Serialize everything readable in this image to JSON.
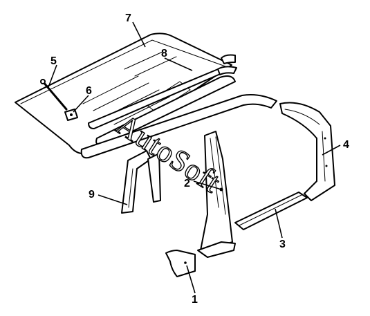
{
  "watermark": "AutoSoft",
  "callouts": {
    "c1": "1",
    "c2": "2",
    "c3": "3",
    "c4": "4",
    "c5": "5",
    "c6": "6",
    "c7": "7",
    "c8": "8",
    "c9": "9"
  },
  "colors": {
    "line": "#000000",
    "background": "#ffffff"
  }
}
